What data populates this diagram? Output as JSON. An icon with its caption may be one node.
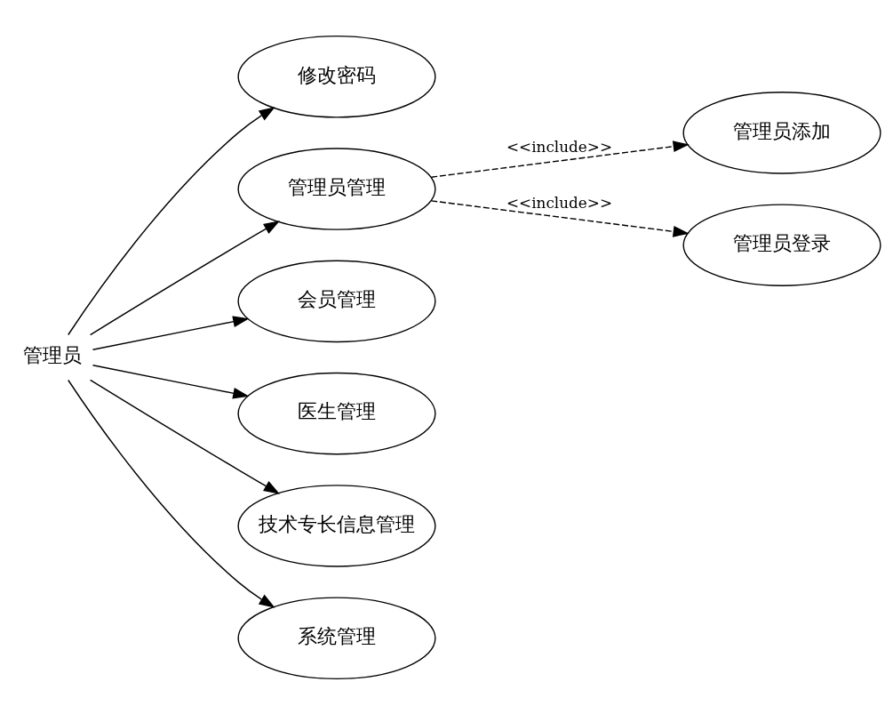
{
  "diagram": {
    "nodes": [
      {
        "text": [
          "管理员"
        ]
      },
      {
        "text": [
          "修改密码"
        ]
      },
      {
        "text": [
          "管理员管理"
        ]
      },
      {
        "text": [
          "管理员添加"
        ]
      },
      {
        "text": [
          "管理员登录"
        ]
      },
      {
        "text": [
          "会员管理"
        ]
      },
      {
        "text": [
          "医生管理"
        ]
      },
      {
        "text": [
          "技术专长信息管理"
        ]
      },
      {
        "text": [
          "系统管理"
        ]
      }
    ],
    "edges": [
      {
        "from": 0,
        "to": 1,
        "arrow": "to"
      },
      {
        "from": 0,
        "to": 2,
        "arrow": "to"
      },
      {
        "from": 2,
        "to": 3,
        "arrow": "to",
        "style": "dashed",
        "label": "<<include>>"
      },
      {
        "from": 2,
        "to": 4,
        "arrow": "to",
        "style": "dashed",
        "label": "<<include>>"
      },
      {
        "from": 0,
        "to": 5,
        "arrow": "to"
      },
      {
        "from": 0,
        "to": 6,
        "arrow": "to"
      },
      {
        "from": 0,
        "to": 7,
        "arrow": "to"
      },
      {
        "from": 0,
        "to": 8,
        "arrow": "to"
      }
    ]
  }
}
